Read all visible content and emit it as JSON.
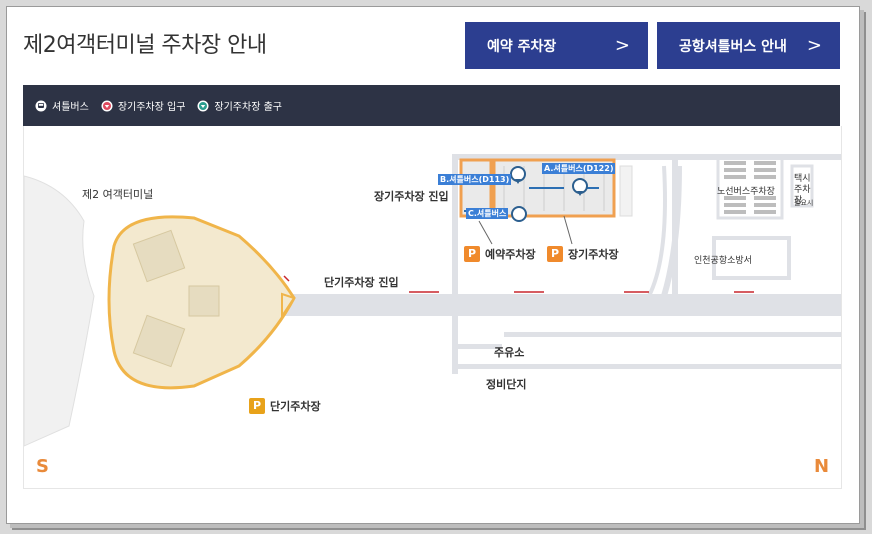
{
  "page": {
    "title": "제2여객터미널 주차장 안내"
  },
  "buttons": {
    "reserve_label": "예약 주차장",
    "shuttle_label": "공항셔틀버스 안내",
    "chevron": ">"
  },
  "legend": {
    "items": [
      {
        "label": "셔틀버스",
        "icon": "bus-icon"
      },
      {
        "label": "장기주차장 입구",
        "icon": "entrance-marker-icon",
        "color": "#e04a5f"
      },
      {
        "label": "장기주차장 출구",
        "icon": "exit-marker-icon",
        "color": "#2a9d8f"
      }
    ]
  },
  "map": {
    "terminal_label": "제2 여객터미널",
    "long_term_entry": "장기주차장 진입",
    "short_term_entry": "단기주차장 진입",
    "shuttle_b": "B.셔틀버스(D113)",
    "shuttle_a": "A.셔틀버스(D122)",
    "shuttle_c": "C.셔틀버스",
    "reserve_parking": "예약주차장",
    "long_term_parking": "장기주차장",
    "short_term_parking": "단기주차장",
    "bus_parking": "노선버스주차장",
    "taxi_parking": "택시 주차장",
    "taxi_small": "필요시",
    "fire_station": "인천공항소방서",
    "gas_station": "주유소",
    "maintenance": "정비단지",
    "south": "S",
    "north": "N",
    "p_badge": "P"
  },
  "colors": {
    "navy": "#2c3e90",
    "legend_bg": "#2d3345",
    "orange": "#f08a2c",
    "road": "#d9dbe0",
    "arrow_red": "#c8262d"
  }
}
